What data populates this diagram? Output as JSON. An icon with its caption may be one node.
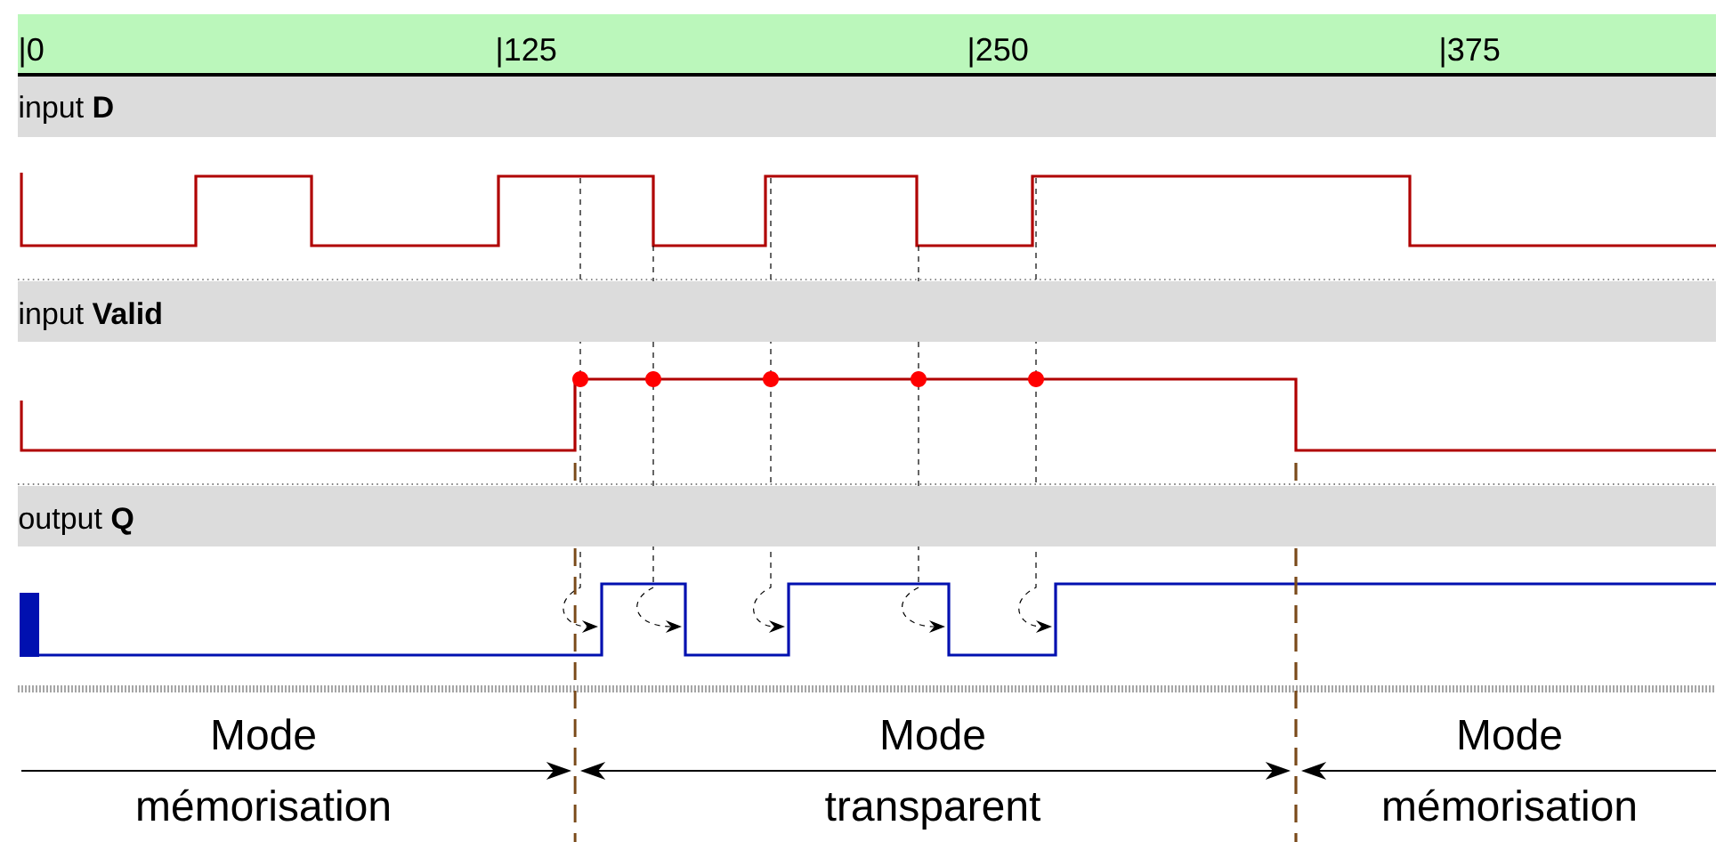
{
  "diagram": {
    "labels": [
      "|0",
      "|125",
      "|250",
      "|375",
      "input **D**",
      "input **Valid**",
      "output **Q**",
      "Mode mémorisation",
      "Mode transparent",
      "Mode mémorisation"
    ]
  }
}
